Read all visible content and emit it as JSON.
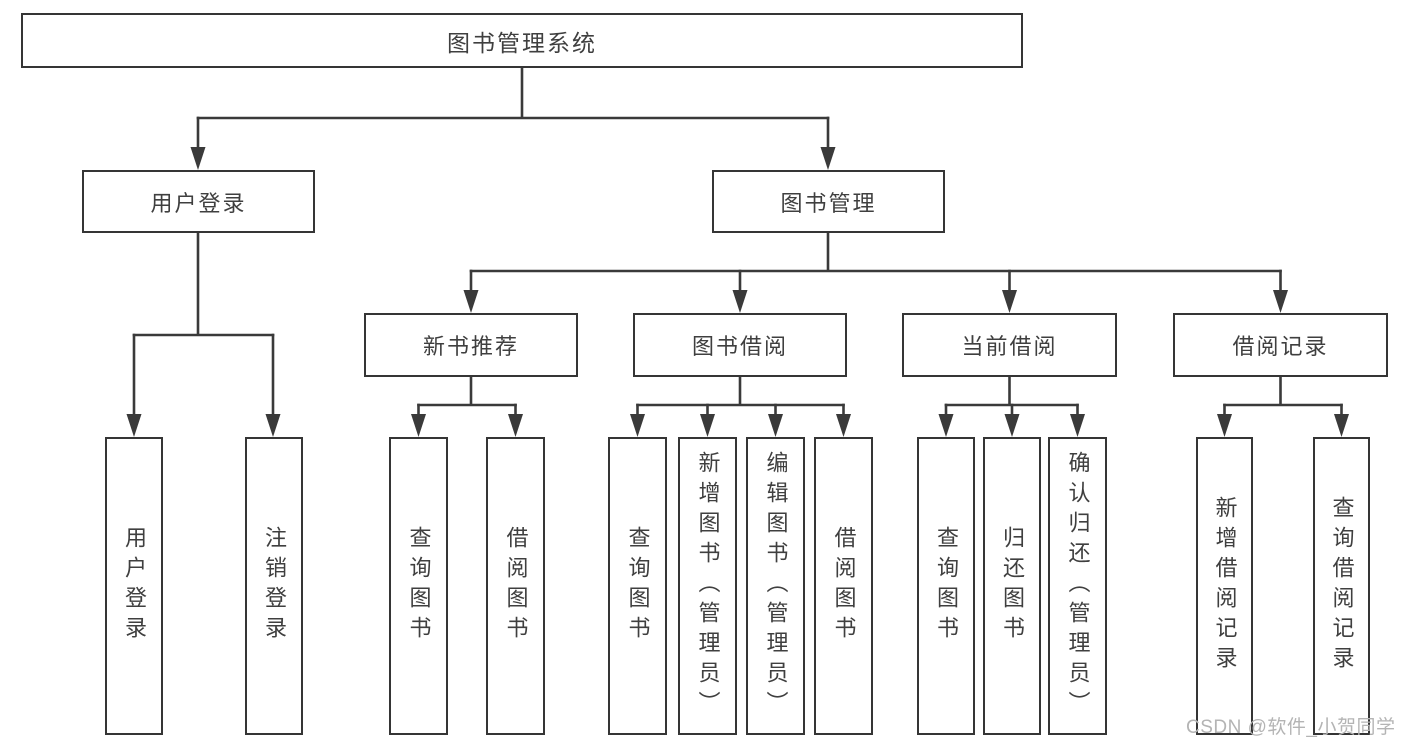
{
  "diagram": {
    "title_node": "图书管理系统",
    "tree": {
      "label": "图书管理系统",
      "children": [
        {
          "label": "用户登录",
          "children": [
            {
              "label": "用户登录"
            },
            {
              "label": "注销登录"
            }
          ]
        },
        {
          "label": "图书管理",
          "children": [
            {
              "label": "新书推荐",
              "children": [
                {
                  "label": "查询图书"
                },
                {
                  "label": "借阅图书"
                }
              ]
            },
            {
              "label": "图书借阅",
              "children": [
                {
                  "label": "查询图书"
                },
                {
                  "label": "新增图书（管理员）"
                },
                {
                  "label": "编辑图书（管理员）"
                },
                {
                  "label": "借阅图书"
                }
              ]
            },
            {
              "label": "当前借阅",
              "children": [
                {
                  "label": "查询图书"
                },
                {
                  "label": "归还图书"
                },
                {
                  "label": "确认归还（管理员）"
                }
              ]
            },
            {
              "label": "借阅记录",
              "children": [
                {
                  "label": "新增借阅记录"
                },
                {
                  "label": "查询借阅记录"
                }
              ]
            }
          ]
        }
      ]
    },
    "watermark": "CSDN @软件_小贺同学",
    "colors": {
      "line": "#3a3a3a",
      "border": "#353535",
      "text": "#3f3f3f",
      "watermark_text": "#b4b4b4",
      "background": "#ffffff",
      "box_fill": "#ffffff"
    }
  }
}
